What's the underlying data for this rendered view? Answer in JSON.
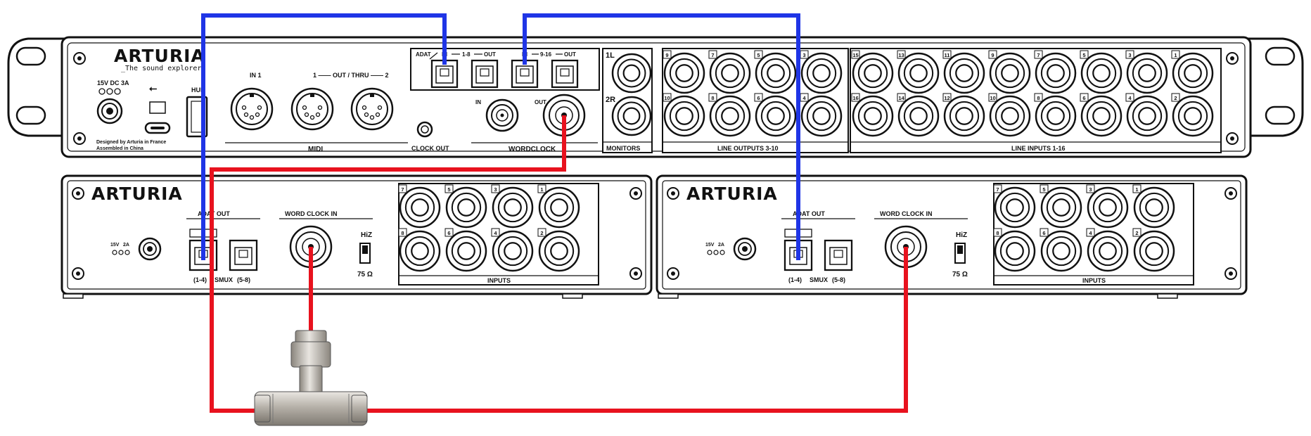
{
  "main_unit": {
    "brand": "ARTURIA",
    "tagline": "_The sound explorers",
    "power_label": "15V DC 3A",
    "hub_label": "HUB",
    "made_line1": "Designed by Arturia in France",
    "made_line2": "Assembled in China",
    "midi_in_label": "IN 1",
    "midi_out_label": "1 —— OUT / THRU —— 2",
    "midi_label": "MIDI",
    "clock_out_label": "CLOCK OUT",
    "adat_label": "ADAT",
    "adat_in_a": "IN",
    "adat_range_a": "1-8",
    "adat_out_a": "OUT",
    "adat_in_b": "IN",
    "adat_range_b": "9-16",
    "adat_out_b": "OUT",
    "wc_in_label": "IN",
    "wc_out_label": "OUT",
    "wordclock_label": "WORDCLOCK",
    "mon_1l": "1L",
    "mon_2r": "2R",
    "monitors_label": "MONITORS",
    "line_out_top": [
      "9",
      "7",
      "5",
      "3"
    ],
    "line_out_bottom": [
      "10",
      "8",
      "6",
      "4"
    ],
    "line_outputs_label": "LINE OUTPUTS 3-10",
    "line_in_top": [
      "15",
      "13",
      "11",
      "9",
      "7",
      "5",
      "3",
      "1"
    ],
    "line_in_bottom": [
      "16",
      "14",
      "12",
      "10",
      "8",
      "6",
      "4",
      "2"
    ],
    "line_inputs_label": "LINE INPUTS 1-16"
  },
  "expanders": [
    {
      "brand": "ARTURIA",
      "power_label": "15V",
      "power_amp": "2A",
      "adat_out_label": "ADAT OUT",
      "smux_label": "SMUX",
      "port_a_range": "(1-4)",
      "port_b_range": "(5-8)",
      "word_clock_in_label": "WORD CLOCK IN",
      "hiz_label": "HiZ",
      "ohm_label": "75 Ω",
      "inputs_label": "INPUTS",
      "inputs_top": [
        "7",
        "5",
        "3",
        "1"
      ],
      "inputs_bottom": [
        "8",
        "6",
        "4",
        "2"
      ]
    },
    {
      "brand": "ARTURIA",
      "power_label": "15V",
      "power_amp": "2A",
      "adat_out_label": "ADAT OUT",
      "smux_label": "SMUX",
      "port_a_range": "(1-4)",
      "port_b_range": "(5-8)",
      "word_clock_in_label": "WORD CLOCK IN",
      "hiz_label": "HiZ",
      "ohm_label": "75 Ω",
      "inputs_label": "INPUTS",
      "inputs_top": [
        "7",
        "5",
        "3",
        "1"
      ],
      "inputs_bottom": [
        "8",
        "6",
        "4",
        "2"
      ]
    }
  ],
  "colors": {
    "adat_cable": "#1f35e6",
    "wordclock_cable": "#e8121e",
    "panel_fill": "#ffffff",
    "panel_stroke": "#111111",
    "bnc_metal": "#b9b4ac"
  }
}
